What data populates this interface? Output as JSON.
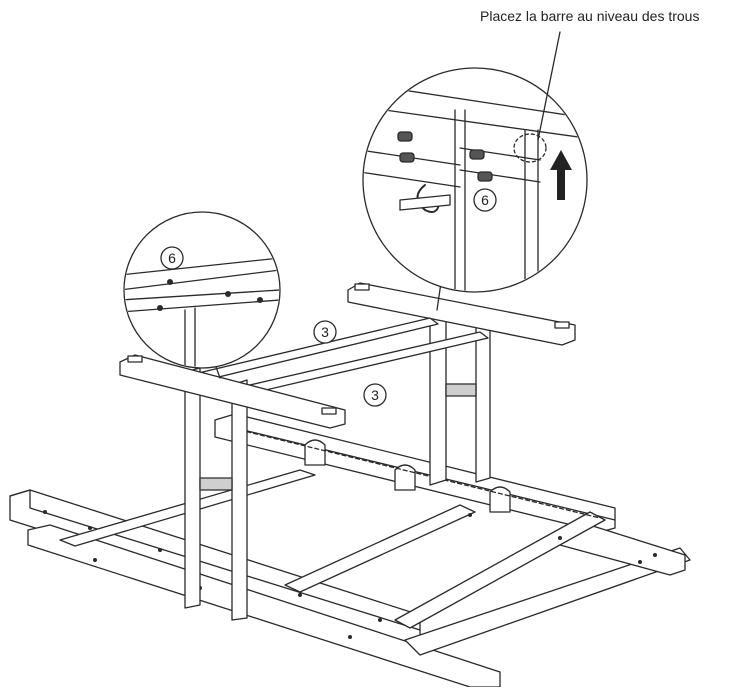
{
  "instruction": "Placez la barre au niveau des trous",
  "callouts": {
    "zoom_top_right": "6",
    "zoom_left": "6",
    "bar_upper": "3",
    "bar_lower": "3"
  },
  "colors": {
    "line": "#2a2a2a",
    "fill": "#ffffff",
    "shade": "#cfcfcf"
  }
}
